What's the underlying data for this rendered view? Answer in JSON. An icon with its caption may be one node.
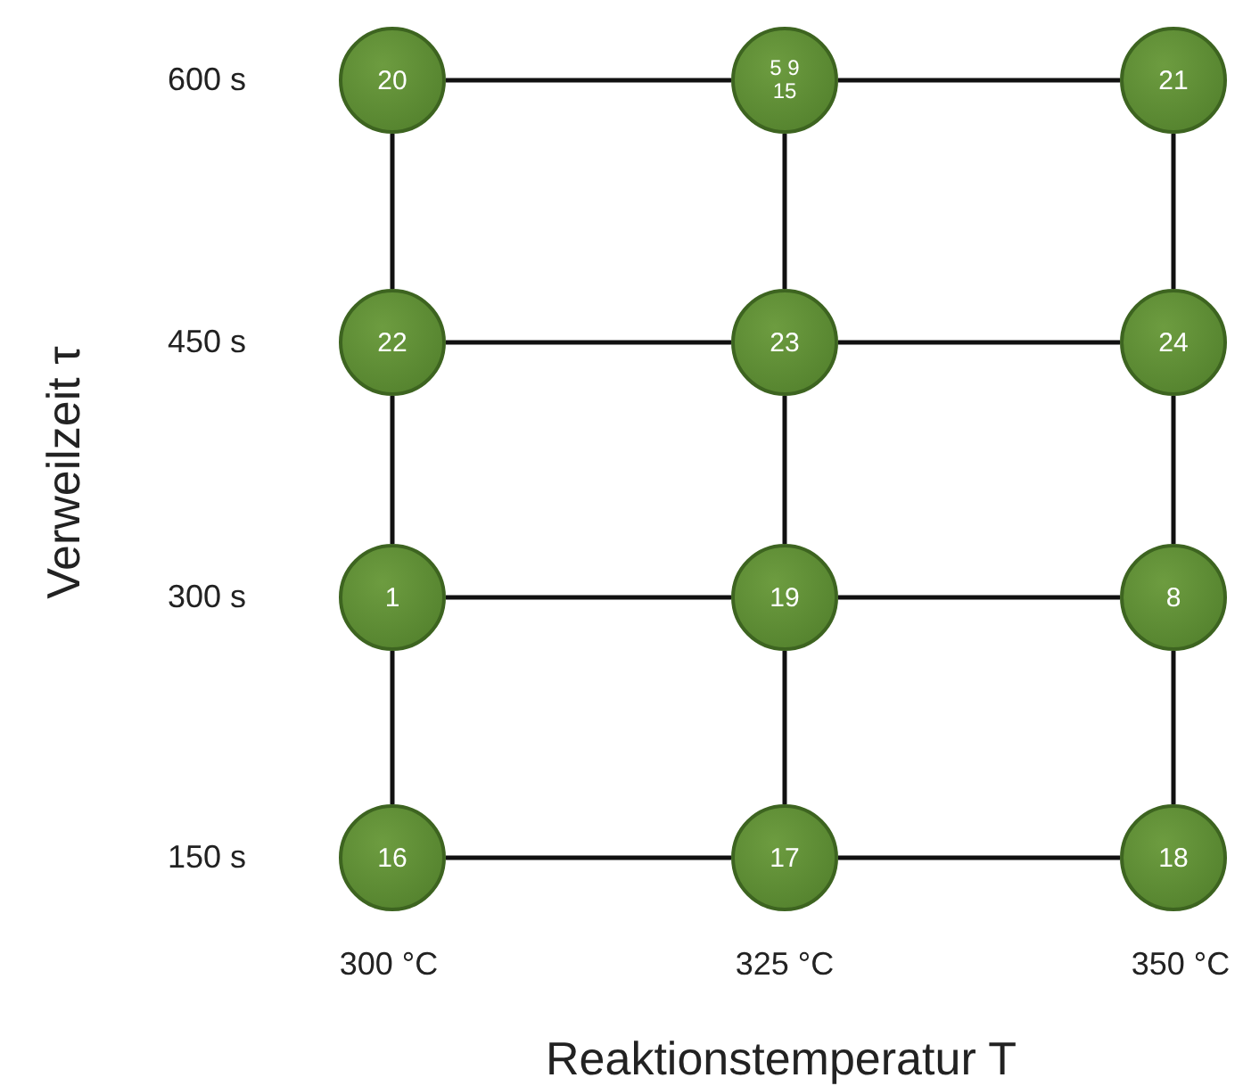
{
  "diagram": {
    "nodes": [
      {
        "text": [
          "20"
        ]
      },
      {
        "text": [
          "5 9 15"
        ]
      },
      {
        "text": [
          "21"
        ]
      },
      {
        "text": [
          "22"
        ]
      },
      {
        "text": [
          "23"
        ]
      },
      {
        "text": [
          "24"
        ]
      },
      {
        "text": [
          "1"
        ]
      },
      {
        "text": [
          "19"
        ]
      },
      {
        "text": [
          "8"
        ]
      },
      {
        "text": [
          "16"
        ]
      },
      {
        "text": [
          "17"
        ]
      },
      {
        "text": [
          "18"
        ]
      }
    ],
    "edges": [
      {
        "from": 0,
        "to": 1,
        "arrow": "none"
      },
      {
        "from": 1,
        "to": 2,
        "arrow": "none"
      },
      {
        "from": 3,
        "to": 4,
        "arrow": "none"
      },
      {
        "from": 4,
        "to": 5,
        "arrow": "none"
      },
      {
        "from": 6,
        "to": 7,
        "arrow": "none"
      },
      {
        "from": 7,
        "to": 8,
        "arrow": "none"
      },
      {
        "from": 9,
        "to": 10,
        "arrow": "none"
      },
      {
        "from": 10,
        "to": 11,
        "arrow": "none"
      },
      {
        "from": 0,
        "to": 3,
        "arrow": "none"
      },
      {
        "from": 3,
        "to": 6,
        "arrow": "none"
      },
      {
        "from": 6,
        "to": 9,
        "arrow": "none"
      },
      {
        "from": 1,
        "to": 4,
        "arrow": "none"
      },
      {
        "from": 4,
        "to": 7,
        "arrow": "none"
      },
      {
        "from": 7,
        "to": 10,
        "arrow": "none"
      },
      {
        "from": 2,
        "to": 5,
        "arrow": "none"
      },
      {
        "from": 5,
        "to": 8,
        "arrow": "none"
      },
      {
        "from": 8,
        "to": 11,
        "arrow": "none"
      }
    ],
    "labels": [
      "600 s",
      "450 s",
      "Verweilzeit τ",
      "300 s",
      "150 s",
      "300 °C",
      "325 °C",
      "350 °C",
      "Reaktionstemperatur T"
    ]
  }
}
